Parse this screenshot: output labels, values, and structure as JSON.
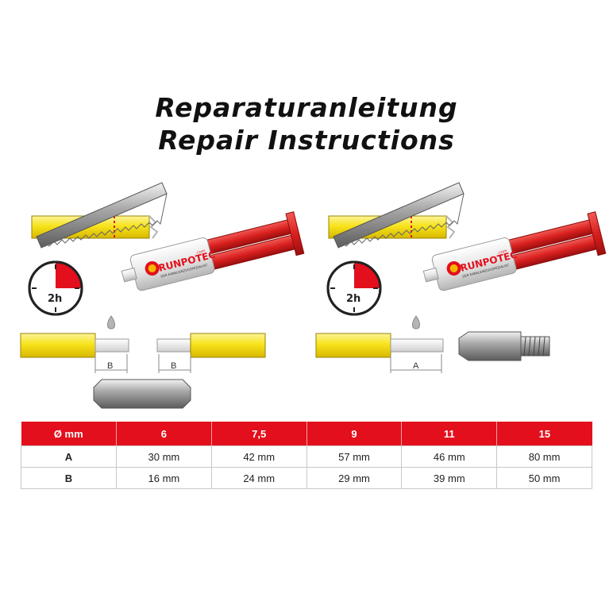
{
  "title": {
    "german": "Reparaturanleitung",
    "english": "Repair Instructions"
  },
  "illustrations": {
    "left": {
      "timer_label": "2h",
      "dimension_label": "B",
      "dimension_label_right": "B",
      "brand": "RUNPOTEC",
      "brand_suffix": ".com",
      "brand_tagline": "DER KABELEINZUGSPEZIALIST"
    },
    "right": {
      "timer_label": "2h",
      "dimension_label": "A",
      "brand": "RUNPOTEC",
      "brand_suffix": ".com",
      "brand_tagline": "DER KABELEINZUGSPEZIALIST"
    }
  },
  "colors": {
    "accent_red": "#e30f1c",
    "rod_yellow": "#f7e31b",
    "syringe_red": "#d9201f"
  },
  "table": {
    "headers": [
      "Ø mm",
      "6",
      "7,5",
      "9",
      "11",
      "15"
    ],
    "rows": [
      {
        "label": "A",
        "cells": [
          "30 mm",
          "42 mm",
          "57 mm",
          "46 mm",
          "80 mm"
        ]
      },
      {
        "label": "B",
        "cells": [
          "16 mm",
          "24 mm",
          "29 mm",
          "39 mm",
          "50 mm"
        ]
      }
    ]
  }
}
